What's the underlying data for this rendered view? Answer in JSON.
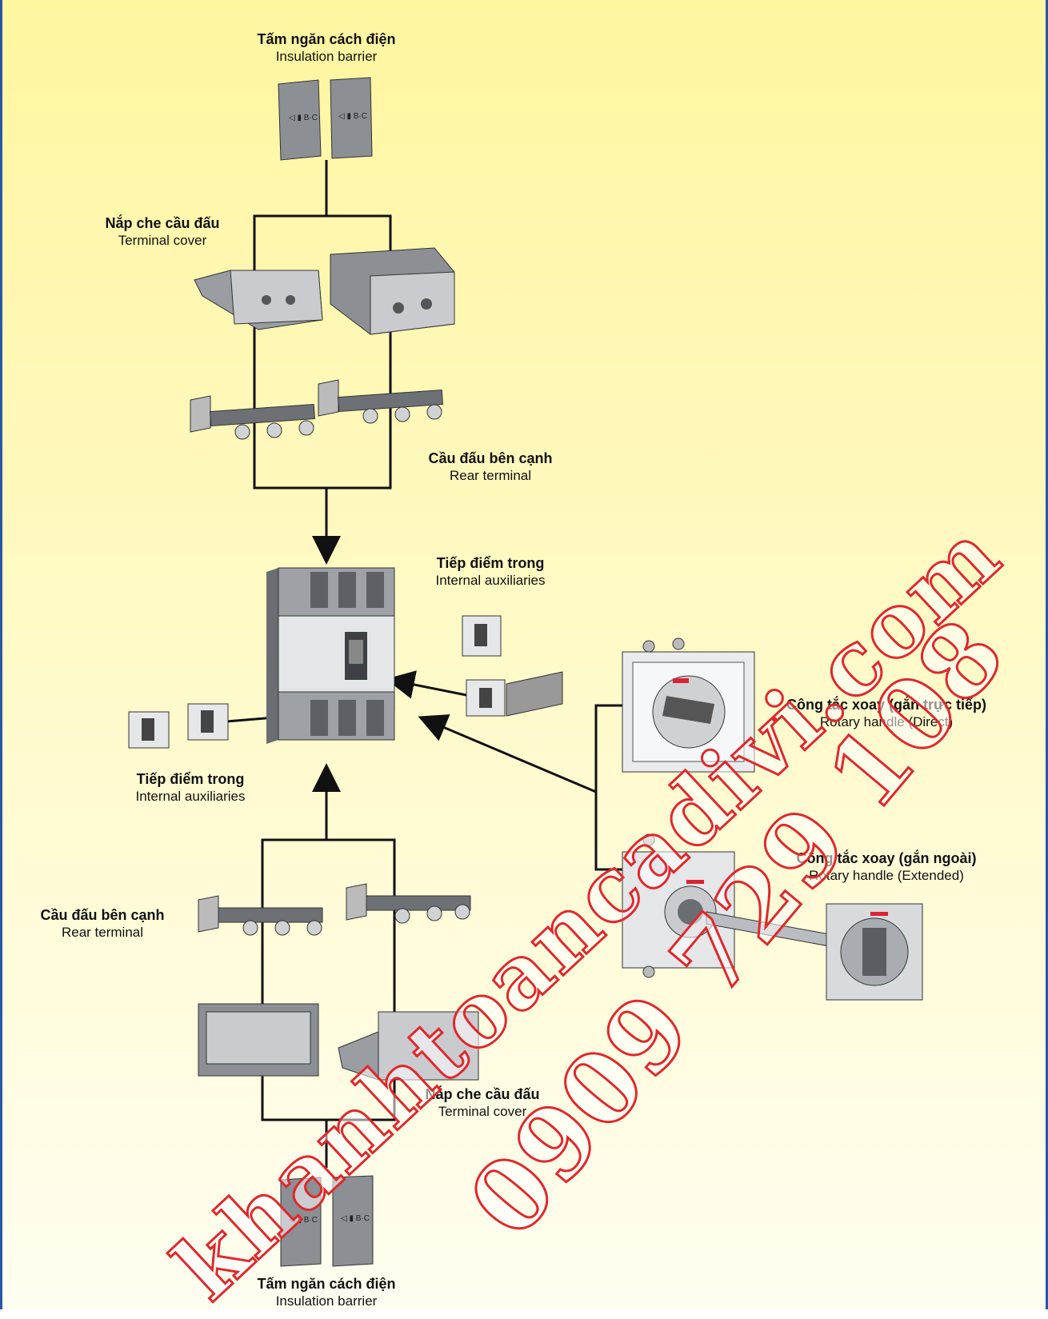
{
  "labels": {
    "barrier_top": {
      "vn": "Tấm ngăn cách điện",
      "en": "Insulation barrier"
    },
    "cover_top": {
      "vn": "Nắp che cầu đấu",
      "en": "Terminal cover"
    },
    "rear_top": {
      "vn": "Cầu đấu bên cạnh",
      "en": "Rear terminal"
    },
    "aux_right": {
      "vn": "Tiếp điểm trong",
      "en": "Internal auxiliaries"
    },
    "rotary_direct": {
      "vn": "Công tắc xoay (gắn trực tiếp)",
      "en": "Rotary handle (Direct)"
    },
    "aux_left": {
      "vn": "Tiếp điểm trong",
      "en": "Internal auxiliaries"
    },
    "rotary_ext": {
      "vn": "Công tắc xoay (gắn ngoài)",
      "en": "Rotary handle (Extended)"
    },
    "rear_bottom": {
      "vn": "Cầu đấu bên cạnh",
      "en": "Rear terminal"
    },
    "cover_bottom": {
      "vn": "Nắp che cầu đấu",
      "en": "Terminal cover"
    },
    "barrier_bottom": {
      "vn": "Tấm ngăn cách điện",
      "en": "Insulation barrier"
    }
  },
  "watermark": {
    "site": "khanhtoancadivi.com",
    "phone": "0909 729 108"
  },
  "colors": {
    "background_top": "#fff6a0",
    "background_bottom": "#fffdf0",
    "frame": "#2a56a8",
    "watermark_stroke": "#e0282c",
    "part_gray": "#8c8f94",
    "part_light": "#d9dbdd"
  }
}
